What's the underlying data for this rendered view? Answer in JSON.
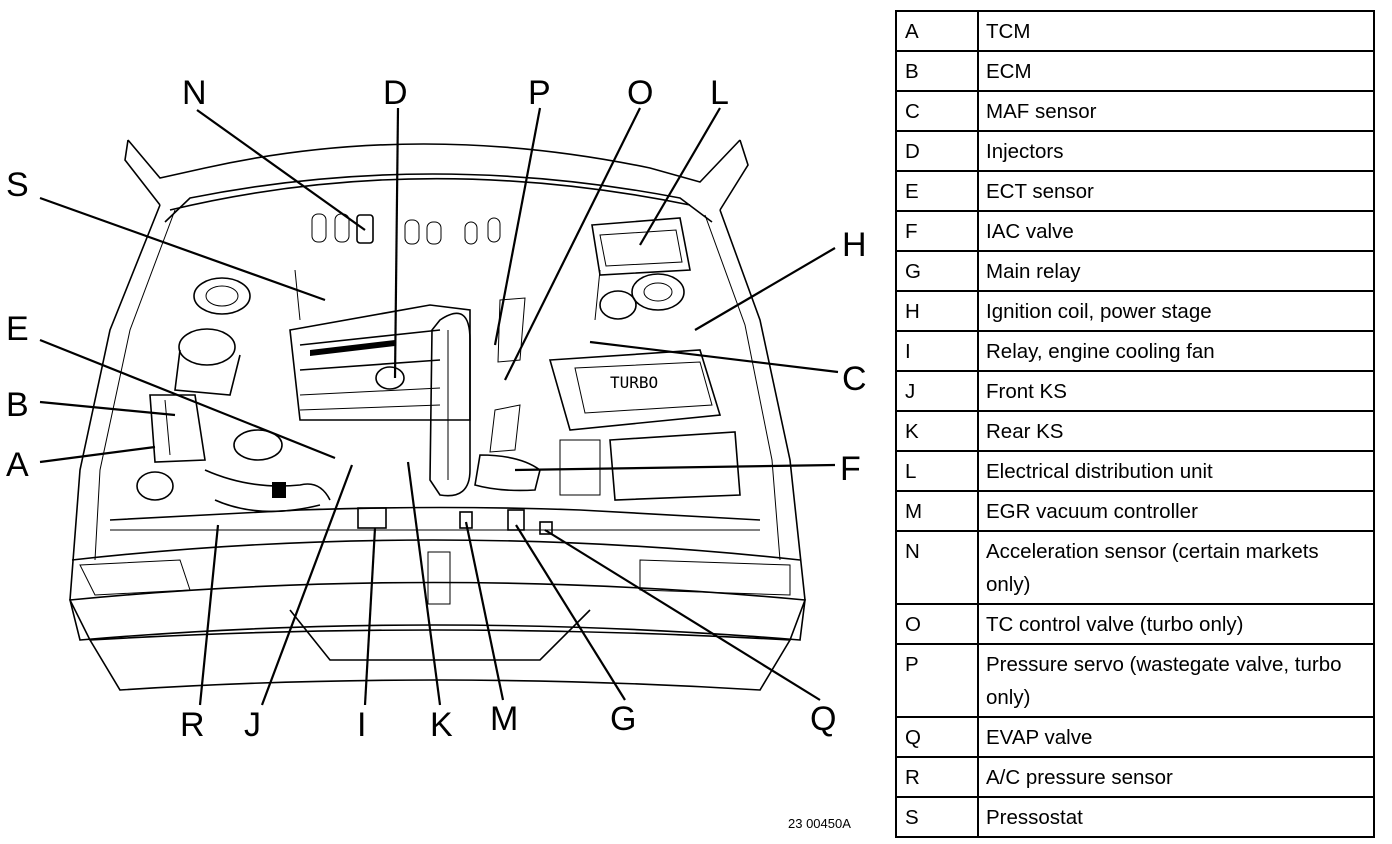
{
  "diagram": {
    "callouts": [
      "N",
      "D",
      "P",
      "O",
      "L",
      "S",
      "H",
      "E",
      "C",
      "B",
      "A",
      "F",
      "R",
      "J",
      "I",
      "K",
      "M",
      "G",
      "Q"
    ],
    "figure_ref": "23 00450A"
  },
  "legend": [
    {
      "code": "A",
      "label": "TCM"
    },
    {
      "code": "B",
      "label": "ECM"
    },
    {
      "code": "C",
      "label": "MAF sensor"
    },
    {
      "code": "D",
      "label": "Injectors"
    },
    {
      "code": "E",
      "label": "ECT sensor"
    },
    {
      "code": "F",
      "label": "IAC valve"
    },
    {
      "code": "G",
      "label": "Main relay"
    },
    {
      "code": "H",
      "label": "Ignition coil, power stage"
    },
    {
      "code": "I",
      "label": "Relay, engine cooling fan"
    },
    {
      "code": "J",
      "label": "Front KS"
    },
    {
      "code": "K",
      "label": "Rear KS"
    },
    {
      "code": "L",
      "label": "Electrical distribution unit"
    },
    {
      "code": "M",
      "label": "EGR vacuum controller"
    },
    {
      "code": "N",
      "label": "Acceleration sensor (certain markets only)"
    },
    {
      "code": "O",
      "label": "TC control valve (turbo only)"
    },
    {
      "code": "P",
      "label": "Pressure servo (wastegate valve, turbo only)"
    },
    {
      "code": "Q",
      "label": "EVAP valve"
    },
    {
      "code": "R",
      "label": "A/C pressure sensor"
    },
    {
      "code": "S",
      "label": "Pressostat"
    }
  ]
}
